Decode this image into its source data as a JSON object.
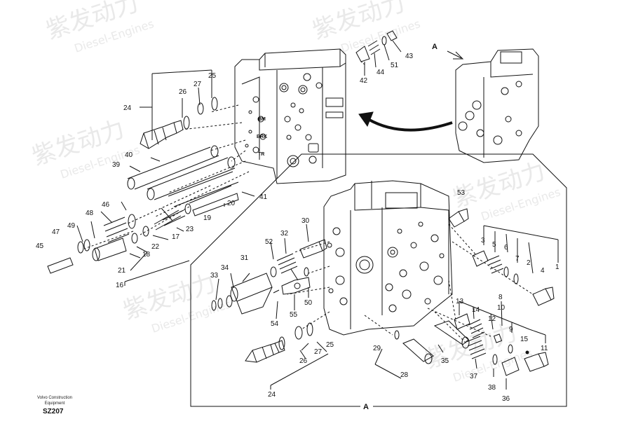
{
  "watermark": {
    "brand_cn": "紫发动力",
    "brand_en": "Diesel-Engines"
  },
  "footer": {
    "company_line1": "Volvo Construction",
    "company_line2": "Equipment",
    "drawing_code": "SZ207"
  },
  "view_labels": {
    "top_arrow": "A",
    "detail": "A"
  },
  "body_markings": [
    "BM",
    "BRK",
    "TR"
  ],
  "callouts": [
    "1",
    "2",
    "3",
    "4",
    "5",
    "6",
    "7",
    "8",
    "9",
    "10",
    "11",
    "12",
    "13",
    "14",
    "15",
    "16",
    "17",
    "18",
    "19",
    "20",
    "21",
    "22",
    "23",
    "24",
    "25",
    "26",
    "27",
    "28",
    "29",
    "30",
    "31",
    "32",
    "33",
    "34",
    "35",
    "36",
    "37",
    "38",
    "39",
    "40",
    "41",
    "42",
    "43",
    "44",
    "45",
    "46",
    "47",
    "48",
    "49",
    "50",
    "51",
    "52",
    "53",
    "54",
    "55"
  ],
  "bottom_callouts": {
    "n24": "24",
    "n25": "25",
    "n26": "26",
    "n27": "27"
  },
  "colors": {
    "line": "#111111",
    "watermark": "#e9e9e9"
  }
}
